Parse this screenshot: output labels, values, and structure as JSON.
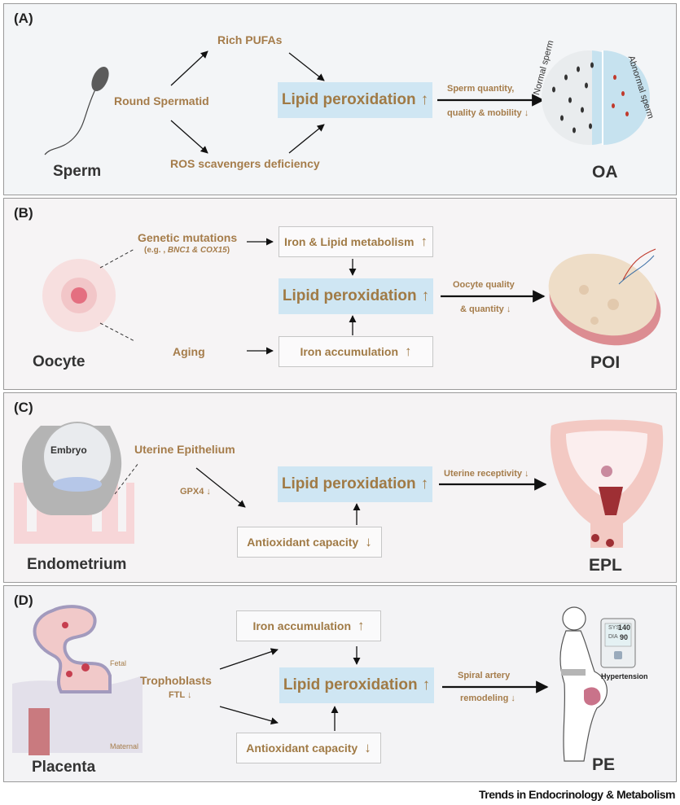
{
  "panelA": {
    "tag": "(A)",
    "left_title": "Sperm",
    "right_title": "OA",
    "round_spermatid": "Round Spermatid",
    "rich_pufas": "Rich PUFAs",
    "ros_deficiency": "ROS scavengers deficiency",
    "lipid_peroxidation": "Lipid peroxidation",
    "up_arrow": "↑",
    "outcome_line1": "Sperm quantity,",
    "outcome_line2": "quality & mobility",
    "down_arrow": "↓",
    "normal_label": "Normal sperm",
    "abnormal_label": "Abnormal sperm"
  },
  "panelB": {
    "tag": "(B)",
    "left_title": "Oocyte",
    "right_title": "POI",
    "genetic": "Genetic mutations",
    "genetic_sub_prefix": "(e.g. ,",
    "genetic_gene1": "BNC1",
    "genetic_amp": "&",
    "genetic_gene2": "COX15",
    "genetic_sub_suffix": ")",
    "aging": "Aging",
    "iron_lipid": "Iron & Lipid metabolism",
    "iron_accum": "Iron accumulation",
    "lipid_peroxidation": "Lipid peroxidation",
    "up_arrow": "↑",
    "outcome_line1": "Oocyte quality",
    "outcome_line2": "& quantity",
    "down_arrow": "↓"
  },
  "panelC": {
    "tag": "(C)",
    "left_title": "Endometrium",
    "right_title": "EPL",
    "embryo": "Embryo",
    "uterine_epithelium": "Uterine Epithelium",
    "gpx4": "GPX4",
    "lipid_peroxidation": "Lipid peroxidation",
    "antioxidant": "Antioxidant capacity",
    "outcome": "Uterine receptivity",
    "up_arrow": "↑",
    "down_arrow": "↓"
  },
  "panelD": {
    "tag": "(D)",
    "left_title": "Placenta",
    "right_title": "PE",
    "fetal": "Fetal",
    "maternal": "Maternal",
    "trophoblasts": "Trophoblasts",
    "ftl": "FTL",
    "iron_accum": "Iron accumulation",
    "lipid_peroxidation": "Lipid peroxidation",
    "antioxidant": "Antioxidant capacity",
    "outcome_line1": "Spiral artery",
    "outcome_line2": "remodeling",
    "hypertension": "Hypertension",
    "bp_sys_label": "SYS",
    "bp_sys_value": "140",
    "bp_dia_label": "DIA",
    "bp_dia_value": "90",
    "up_arrow": "↑",
    "down_arrow": "↓"
  },
  "footer": "Trends in Endocrinology & Metabolism"
}
